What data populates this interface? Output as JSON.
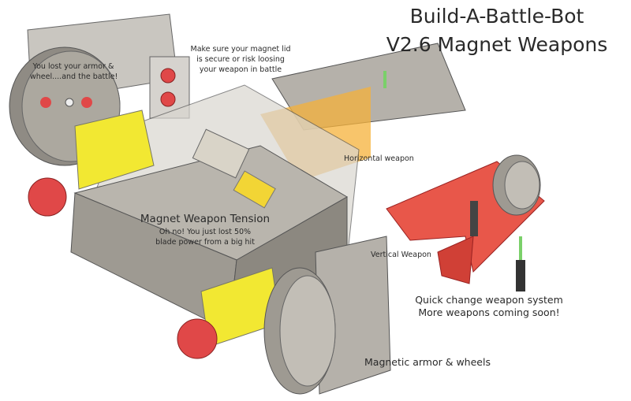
{
  "title": {
    "line1": "Build-A-Battle-Bot",
    "line2": "V2.6 Magnet Weapons"
  },
  "annotations": {
    "armor_lost": [
      "You lost your armor &",
      "wheel....and the battle!"
    ],
    "magnet_lid": [
      "Make sure your magnet lid",
      "is secure or risk loosing",
      "your weapon in battle"
    ],
    "horizontal_weapon": "Horizontal weapon",
    "tension_title": "Magnet Weapon Tension",
    "tension_note": [
      "Oh no! You just lost 50%",
      "blade power from a big hit"
    ],
    "vertical_weapon": "Vertical Weapon",
    "quick_change": [
      "Quick change weapon system",
      "More weapons coming soon!"
    ],
    "armor_wheels": "Magnetic armor & wheels"
  },
  "colors": {
    "chassis": "#a8a49c",
    "motor": "#f2e832",
    "magnet": "#e04848",
    "weapon_red": "#e8574a",
    "beam": "#f5b23a",
    "post": "#7ad06a"
  }
}
